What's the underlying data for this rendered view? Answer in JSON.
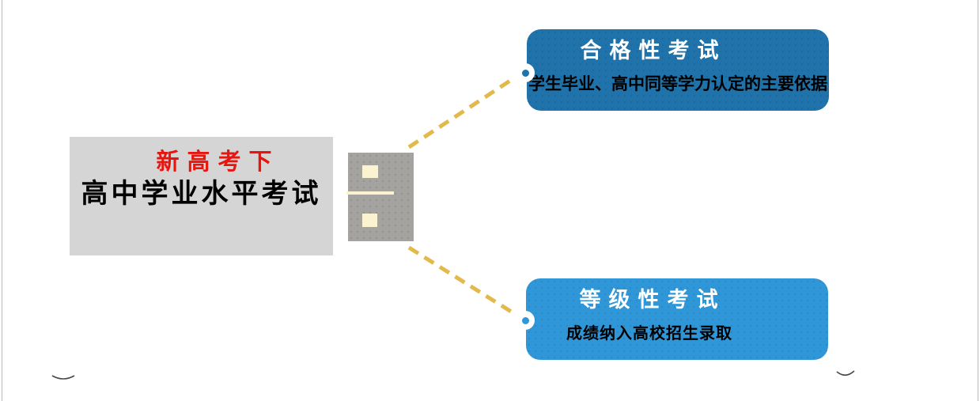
{
  "central_topic": {
    "subtitle": "新高考下",
    "title": "高中学业水平考试"
  },
  "branches": [
    {
      "title": "合格性考试",
      "description": "学生毕业、高中同等学力认定的主要依据",
      "color": "#1f73aa"
    },
    {
      "title": "等级性考试",
      "description": "成绩纳入高校招生录取",
      "color": "#2f96d8"
    }
  ],
  "icons": {
    "center_connector": "usb-plug-icon",
    "branch_anchor": "anchor-dot-icon"
  },
  "colors": {
    "root_box_bg": "#d5d5d5",
    "root_subtitle_text": "#e8150f",
    "root_title_text": "#000000",
    "branch_title_text": "#ffffff",
    "branch_description_text": "#000000",
    "connector_dash": "#e2b94b",
    "usb_body": "#a5a3a0",
    "usb_contact": "#fbf2d0",
    "page_edge_line": "#b9b9b9"
  }
}
